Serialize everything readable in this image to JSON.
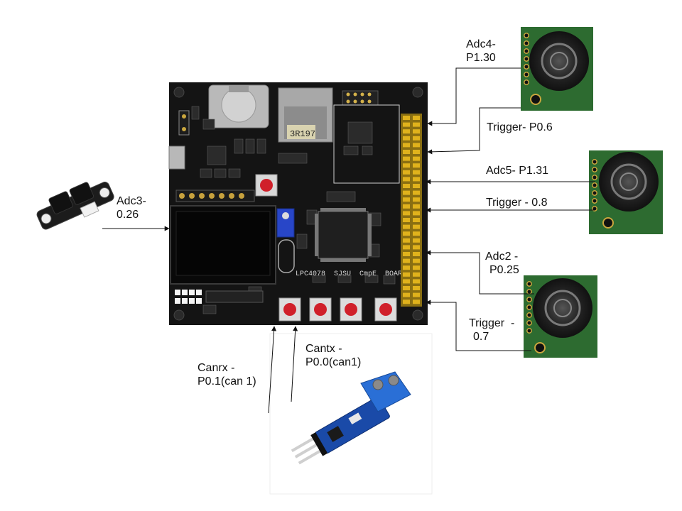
{
  "labels": {
    "adc4": [
      "Adc4-",
      "P1.30"
    ],
    "trigger_p06": [
      "Trigger- P0.6"
    ],
    "adc5": [
      "Adc5- P1.31"
    ],
    "trigger_08": [
      "Trigger - 0.8"
    ],
    "adc2": [
      "Adc2 -",
      "P0.25"
    ],
    "trigger_07": [
      "Trigger  -",
      "0.7"
    ],
    "adc3": [
      "Adc3-",
      "0.26"
    ],
    "canrx": [
      "Canrx -",
      "P0.1(can 1)"
    ],
    "cantx": [
      "Cantx -",
      "P0.0(can1)"
    ]
  },
  "board_silkscreen": "LPC4078  SJSU  CmpE  BOARD",
  "sd_card_label": "3R197",
  "colors": {
    "board": "#151515",
    "header_pins": "#e0b21c",
    "button_cap": "#d0202a",
    "sensor_pcb": "#2d6b30",
    "can_module": "#1a4aa8",
    "terminal_block": "#2a6fd6"
  }
}
